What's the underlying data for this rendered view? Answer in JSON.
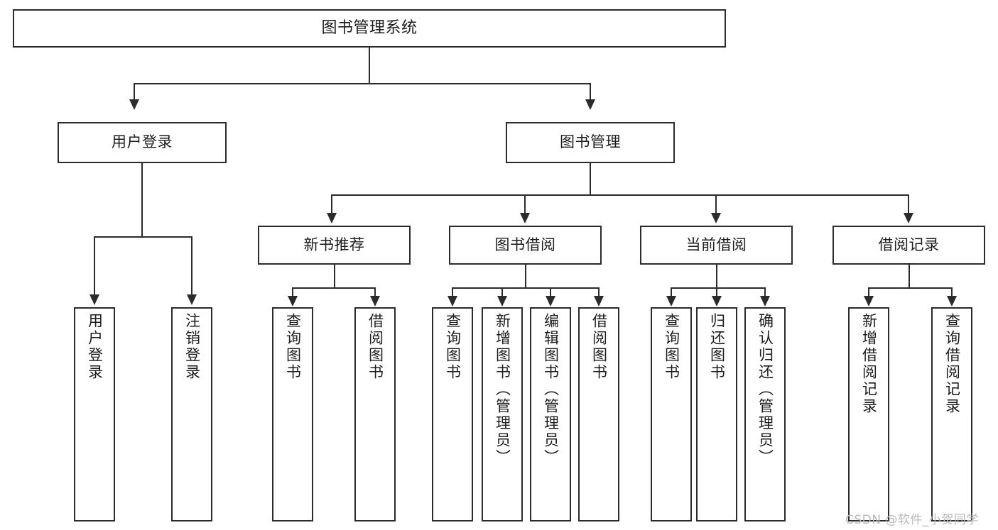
{
  "diagram": {
    "type": "tree",
    "title": "图书管理系统",
    "root": {
      "label": "图书管理系统"
    },
    "level1": [
      {
        "id": "user-login",
        "label": "用户登录"
      },
      {
        "id": "book-manage",
        "label": "图书管理"
      }
    ],
    "level2": [
      {
        "id": "new-book-recommend",
        "label": "新书推荐",
        "parent": "book-manage"
      },
      {
        "id": "book-borrow",
        "label": "图书借阅",
        "parent": "book-manage"
      },
      {
        "id": "current-borrow",
        "label": "当前借阅",
        "parent": "book-manage"
      },
      {
        "id": "borrow-record",
        "label": "借阅记录",
        "parent": "book-manage"
      }
    ],
    "leaves": {
      "user_login": [
        {
          "id": "leaf-user-login",
          "label": "用户登录"
        },
        {
          "id": "leaf-logout-login",
          "label": "注销登录"
        }
      ],
      "new_book_recommend": [
        {
          "id": "leaf-query-book-1",
          "label": "查询图书"
        },
        {
          "id": "leaf-borrow-book-1",
          "label": "借阅图书"
        }
      ],
      "book_borrow": [
        {
          "id": "leaf-query-book-2",
          "label": "查询图书"
        },
        {
          "id": "leaf-add-book",
          "label": "新增图书（管理员）"
        },
        {
          "id": "leaf-edit-book",
          "label": "编辑图书（管理员）"
        },
        {
          "id": "leaf-borrow-book-2",
          "label": "借阅图书"
        }
      ],
      "current_borrow": [
        {
          "id": "leaf-query-book-3",
          "label": "查询图书"
        },
        {
          "id": "leaf-return-book",
          "label": "归还图书"
        },
        {
          "id": "leaf-confirm-return",
          "label": "确认归还（管理员）"
        }
      ],
      "borrow_record": [
        {
          "id": "leaf-add-record",
          "label": "新增借阅记录"
        },
        {
          "id": "leaf-query-record",
          "label": "查询借阅记录"
        }
      ]
    }
  },
  "watermark": {
    "text": "CSDN @软件_小贺同学"
  },
  "colors": {
    "box_border": "#2b2b2b",
    "box_fill": "#ffffff",
    "line": "#2b2b2b",
    "text": "#1c1c1c",
    "watermark": "#b9b9b9",
    "background": "#ffffff"
  }
}
